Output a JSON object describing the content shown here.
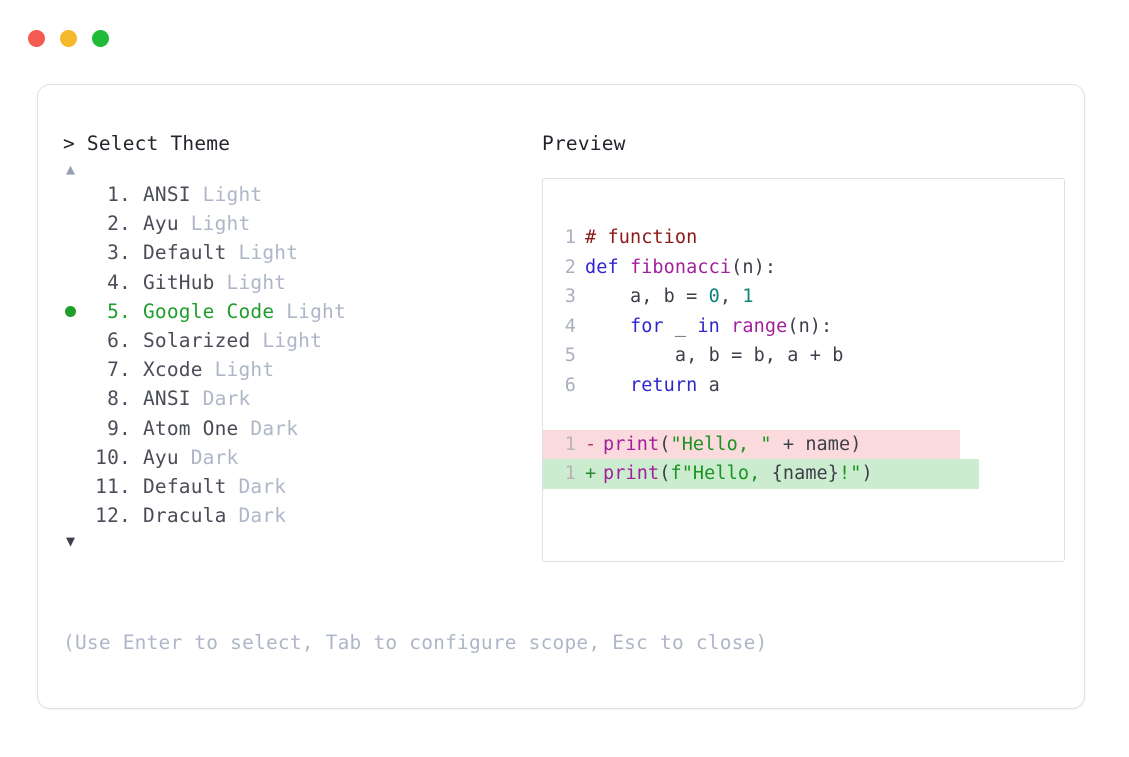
{
  "window": {
    "dots": [
      {
        "name": "close-button",
        "color": "#f45b52"
      },
      {
        "name": "minimize-button",
        "color": "#f5b82b"
      },
      {
        "name": "maximize-button",
        "color": "#22bb39"
      }
    ]
  },
  "selector": {
    "prompt_symbol": ">",
    "title": "Select Theme",
    "scroll_up_glyph": "▲",
    "scroll_down_glyph": "▼",
    "selected_index": 5,
    "selected_bullet": "●",
    "accent_color": "#1f9e2c",
    "items": [
      {
        "num": "1.",
        "name": "ANSI",
        "variant": " Light"
      },
      {
        "num": "2.",
        "name": "Ayu",
        "variant": " Light"
      },
      {
        "num": "3.",
        "name": "Default",
        "variant": " Light"
      },
      {
        "num": "4.",
        "name": "GitHub",
        "variant": " Light"
      },
      {
        "num": "5.",
        "name": "Google Code",
        "variant": " Light"
      },
      {
        "num": "6.",
        "name": "Solarized",
        "variant": " Light"
      },
      {
        "num": "7.",
        "name": "Xcode",
        "variant": " Light"
      },
      {
        "num": "8.",
        "name": "ANSI",
        "variant": " Dark"
      },
      {
        "num": "9.",
        "name": "Atom One",
        "variant": " Dark"
      },
      {
        "num": "10.",
        "name": "Ayu",
        "variant": " Dark"
      },
      {
        "num": "11.",
        "name": "Default",
        "variant": " Dark"
      },
      {
        "num": "12.",
        "name": "Dracula",
        "variant": " Dark"
      }
    ]
  },
  "preview": {
    "label": "Preview",
    "code_lines": [
      {
        "ln": "1",
        "tokens": [
          {
            "t": "# function",
            "c": "comment"
          }
        ]
      },
      {
        "ln": "2",
        "tokens": [
          {
            "t": "def ",
            "c": "kw"
          },
          {
            "t": "fibonacci",
            "c": "fn"
          },
          {
            "t": "(n):",
            "c": "punct"
          }
        ]
      },
      {
        "ln": "3",
        "tokens": [
          {
            "t": "    a, b = ",
            "c": "plain"
          },
          {
            "t": "0",
            "c": "num"
          },
          {
            "t": ", ",
            "c": "plain"
          },
          {
            "t": "1",
            "c": "num"
          }
        ]
      },
      {
        "ln": "4",
        "tokens": [
          {
            "t": "    ",
            "c": "plain"
          },
          {
            "t": "for",
            "c": "kw"
          },
          {
            "t": " _ ",
            "c": "plain"
          },
          {
            "t": "in",
            "c": "kw"
          },
          {
            "t": " ",
            "c": "plain"
          },
          {
            "t": "range",
            "c": "fn"
          },
          {
            "t": "(n):",
            "c": "punct"
          }
        ]
      },
      {
        "ln": "5",
        "tokens": [
          {
            "t": "        a, b = b, a + b",
            "c": "plain"
          }
        ]
      },
      {
        "ln": "6",
        "tokens": [
          {
            "t": "    ",
            "c": "plain"
          },
          {
            "t": "return",
            "c": "kw"
          },
          {
            "t": " a",
            "c": "plain"
          }
        ]
      }
    ],
    "diff_lines": [
      {
        "ln": "1",
        "sign": "-",
        "kind": "del",
        "bg_color": "#fadadd",
        "tokens": [
          {
            "t": "print",
            "c": "fn"
          },
          {
            "t": "(",
            "c": "punct"
          },
          {
            "t": "\"Hello, \"",
            "c": "str"
          },
          {
            "t": " + name)",
            "c": "plain"
          }
        ]
      },
      {
        "ln": "1",
        "sign": "+",
        "kind": "add",
        "bg_color": "#cceccf",
        "tokens": [
          {
            "t": "print",
            "c": "fn"
          },
          {
            "t": "(",
            "c": "punct"
          },
          {
            "t": "f\"Hello, ",
            "c": "str"
          },
          {
            "t": "{name}",
            "c": "plain"
          },
          {
            "t": "!\"",
            "c": "str"
          },
          {
            "t": ")",
            "c": "punct"
          }
        ]
      }
    ]
  },
  "footer": {
    "hint": "(Use Enter to select, Tab to configure scope, Esc to close)"
  }
}
